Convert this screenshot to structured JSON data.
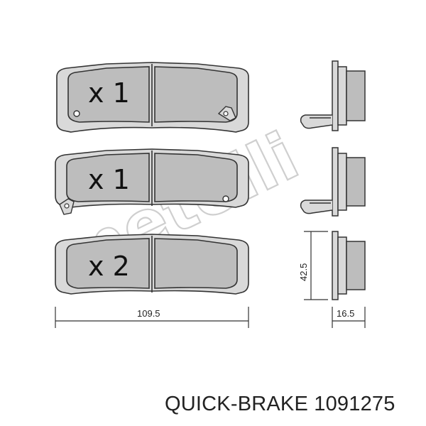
{
  "watermark": {
    "text": "metelli"
  },
  "pads": [
    {
      "quantity_label": "x 1"
    },
    {
      "quantity_label": "x 1"
    },
    {
      "quantity_label": "x 2"
    }
  ],
  "dimensions": {
    "width": "109.5",
    "height": "42.5",
    "thickness": "16.5"
  },
  "caption": {
    "text": "QUICK-BRAKE 1091275"
  },
  "colors": {
    "pad_fill": "#bdbdbd",
    "outline": "#333333"
  }
}
